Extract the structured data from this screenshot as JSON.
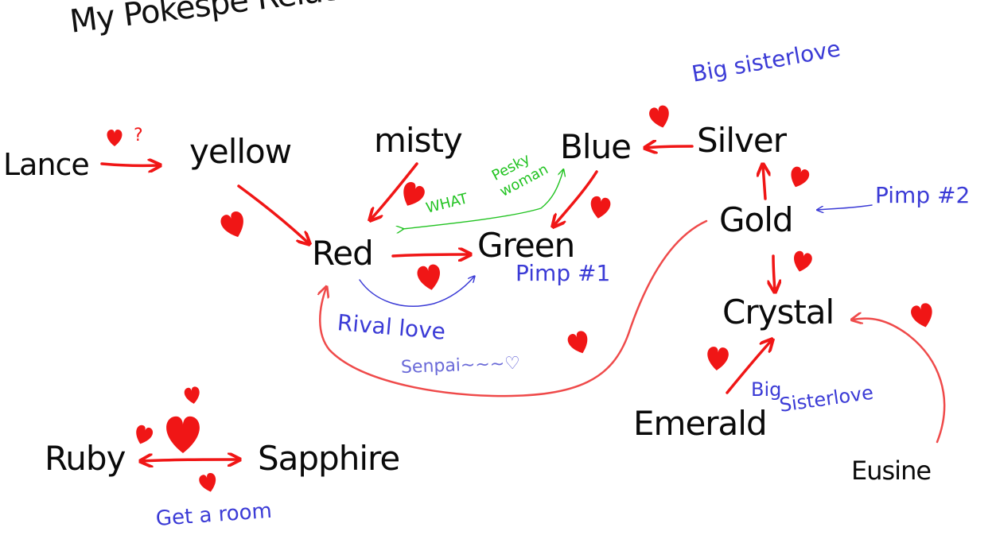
{
  "title": "My Pokespe Relationship chart",
  "nodes": {
    "lance": "Lance",
    "yellow": "yellow",
    "misty": "misty",
    "blue": "Blue",
    "silver": "Silver",
    "red": "Red",
    "green": "Green",
    "gold": "Gold",
    "crystal": "Crystal",
    "emerald": "Emerald",
    "ruby": "Ruby",
    "sapphire": "Sapphire",
    "eusine": "Eusine"
  },
  "notes": {
    "big_sister_love_top": "Big sisterlove",
    "pimp_2": "Pimp #2",
    "pimp_1": "Pimp #1",
    "rival_love": "Rival love",
    "senpai": "Senpai~~~♡",
    "big_sister_love_bottom_1": "Big",
    "big_sister_love_bottom_2": "Sisterlove",
    "get_a_room": "Get a room",
    "pesky_1": "Pesky",
    "pesky_2": "woman",
    "what": "WHAT",
    "question_mark": "?"
  },
  "colors": {
    "love_red": "#f01616",
    "arc_red": "#ef4a4a",
    "note_blue": "#3b3bd6",
    "note_green": "#22c322",
    "ink": "#0a0a0a"
  }
}
